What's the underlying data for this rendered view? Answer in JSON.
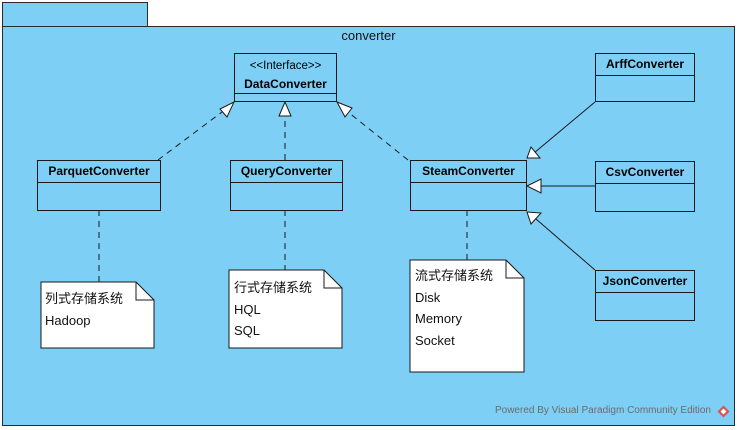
{
  "package": {
    "name": "converter"
  },
  "interface": {
    "stereotype": "<<Interface>>",
    "name": "DataConverter"
  },
  "classes": {
    "parquet": "ParquetConverter",
    "query": "QueryConverter",
    "steam": "SteamConverter",
    "arff": "ArffConverter",
    "csv": "CsvConverter",
    "json": "JsonConverter"
  },
  "notes": {
    "columnar": {
      "lines": [
        "列式存储系统",
        "Hadoop"
      ]
    },
    "row": {
      "lines": [
        "行式存储系统",
        "HQL",
        "SQL"
      ]
    },
    "stream": {
      "lines": [
        "流式存储系统",
        "Disk",
        "Memory",
        "Socket"
      ]
    }
  },
  "footer": {
    "text": "Powered By Visual Paradigm Community Edition"
  },
  "colors": {
    "package_fill": "#7ecff5",
    "note_fill": "#ffffff",
    "line": "#1a1a1a",
    "logo": "#d9534f"
  }
}
